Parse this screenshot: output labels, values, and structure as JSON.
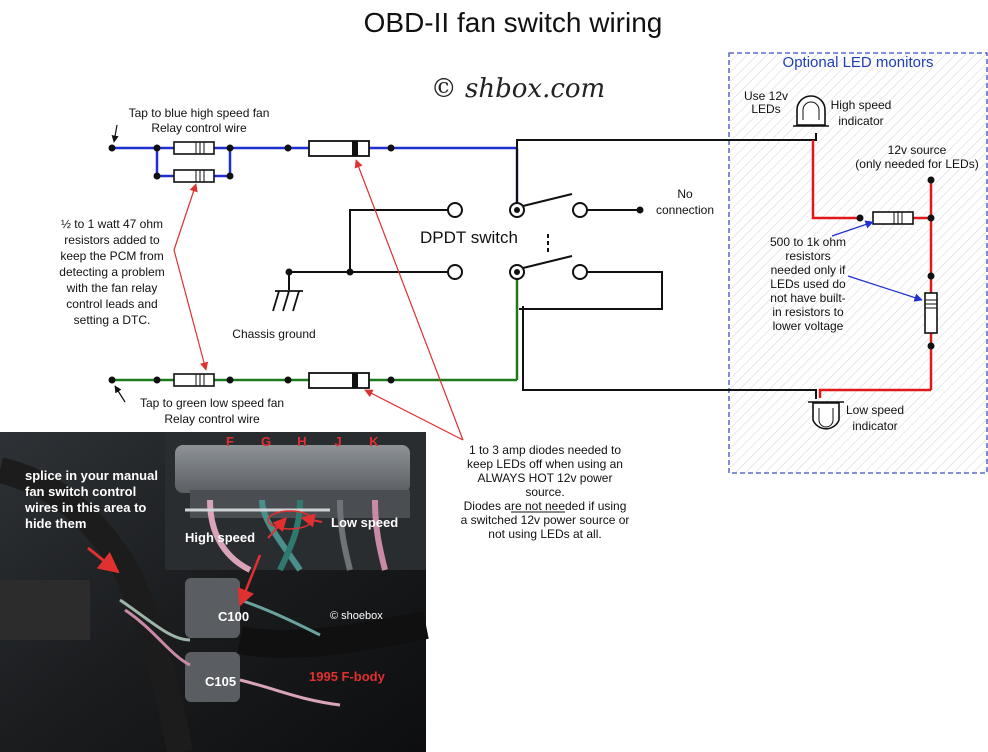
{
  "title": "OBD-II fan switch wiring",
  "copyright": "© shbox.com",
  "optional_panel": {
    "title": "Optional LED monitors",
    "use12v": [
      "Use 12v",
      "LEDs"
    ],
    "high_indicator": [
      "High speed",
      "indicator"
    ],
    "source_12v": [
      "12v source",
      "(only needed for LEDs)"
    ],
    "resistor_note": [
      "500 to 1k ohm",
      "resistors",
      "needed only if",
      "LEDs used do",
      "not have built-",
      "in resistors to",
      "lower voltage"
    ],
    "low_indicator": [
      "Low speed",
      "indicator"
    ]
  },
  "labels": {
    "tap_blue": [
      "Tap to blue high speed fan",
      "Relay control wire"
    ],
    "tap_green": [
      "Tap to green low speed fan",
      "Relay control wire"
    ],
    "resistor_note": [
      "½  to 1 watt 47 ohm",
      "resistors added to",
      "keep the PCM from",
      "detecting a problem",
      "with the fan relay",
      "control leads and",
      "setting a DTC."
    ],
    "dpdt": "DPDT switch",
    "no_connection": [
      "No",
      "connection"
    ],
    "chassis_ground": "Chassis ground",
    "diode_note": [
      "1 to 3 amp diodes needed to",
      "keep LEDs off when using an",
      "ALWAYS HOT 12v power",
      "source.",
      "Diodes are not needed if using",
      "a switched 12v power source or",
      "not using LEDs at all."
    ]
  },
  "photo": {
    "splice_note": [
      "splice in your manual",
      "fan switch control",
      "wires in this area to",
      "hide them"
    ],
    "pins": [
      "F",
      "G",
      "H",
      "J",
      "K"
    ],
    "high_speed": "High speed",
    "low_speed": "Low speed",
    "c100": "C100",
    "c105": "C105",
    "credit": "© shoebox",
    "model": "1995 F-body"
  },
  "colors": {
    "blue_wire": "#1f2fd0",
    "green_wire": "#1d7a1d",
    "red_wire": "#e01818",
    "black_wire": "#111111",
    "panel_border": "#3a4fc8",
    "annotation": "#e03030"
  }
}
